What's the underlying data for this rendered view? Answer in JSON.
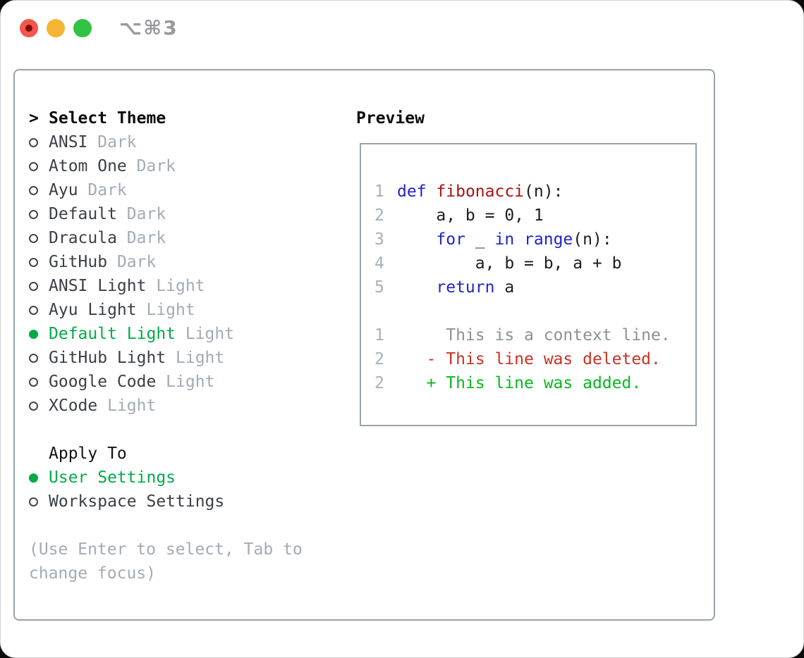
{
  "window": {
    "shortcut_label": "⌥⌘3"
  },
  "colors": {
    "ui_green": "#00ab47",
    "added_green": "#09b81f",
    "deleted_red": "#c93322",
    "context_gray": "#8d9298",
    "keyword_blue": "#2222cc",
    "function_red": "#a81414",
    "code_black": "#1d1d1f"
  },
  "theme_selector": {
    "heading_prefix": ">",
    "heading": "Select Theme",
    "themes": [
      {
        "name": "ANSI",
        "variant": "Dark",
        "selected": false
      },
      {
        "name": "Atom One",
        "variant": "Dark",
        "selected": false
      },
      {
        "name": "Ayu",
        "variant": "Dark",
        "selected": false
      },
      {
        "name": "Default",
        "variant": "Dark",
        "selected": false
      },
      {
        "name": "Dracula",
        "variant": "Dark",
        "selected": false
      },
      {
        "name": "GitHub",
        "variant": "Dark",
        "selected": false
      },
      {
        "name": "ANSI Light",
        "variant": "Light",
        "selected": false
      },
      {
        "name": "Ayu Light",
        "variant": "Light",
        "selected": false
      },
      {
        "name": "Default Light",
        "variant": "Light",
        "selected": true
      },
      {
        "name": "GitHub Light",
        "variant": "Light",
        "selected": false
      },
      {
        "name": "Google Code",
        "variant": "Light",
        "selected": false
      },
      {
        "name": "XCode",
        "variant": "Light",
        "selected": false
      }
    ]
  },
  "apply_to": {
    "heading": "Apply To",
    "options": [
      {
        "label": "User Settings",
        "selected": true
      },
      {
        "label": "Workspace Settings",
        "selected": false
      }
    ]
  },
  "hint": {
    "line1": "(Use Enter to select, Tab to",
    "line2": "change focus)"
  },
  "preview": {
    "heading": "Preview",
    "code_lines": [
      {
        "num": "1",
        "segments": [
          {
            "text": "def",
            "color": "keyword_blue"
          },
          {
            "text": " ",
            "color": "code_black"
          },
          {
            "text": "fibonacci",
            "color": "function_red"
          },
          {
            "text": "(n):",
            "color": "code_black"
          }
        ]
      },
      {
        "num": "2",
        "segments": [
          {
            "text": "    a, b = 0, 1",
            "color": "code_black"
          }
        ]
      },
      {
        "num": "3",
        "segments": [
          {
            "text": "    ",
            "color": "code_black"
          },
          {
            "text": "for",
            "color": "keyword_blue"
          },
          {
            "text": " _ ",
            "color": "code_black"
          },
          {
            "text": "in",
            "color": "keyword_blue"
          },
          {
            "text": " ",
            "color": "code_black"
          },
          {
            "text": "range",
            "color": "keyword_blue"
          },
          {
            "text": "(n):",
            "color": "code_black"
          }
        ]
      },
      {
        "num": "4",
        "segments": [
          {
            "text": "        a, b = b, a + b",
            "color": "code_black"
          }
        ]
      },
      {
        "num": "5",
        "segments": [
          {
            "text": "    ",
            "color": "code_black"
          },
          {
            "text": "return",
            "color": "keyword_blue"
          },
          {
            "text": " a",
            "color": "code_black"
          }
        ]
      },
      {
        "num": "",
        "segments": []
      },
      {
        "num": "1",
        "segments": [
          {
            "text": "     This is a context line.",
            "color": "context_gray"
          }
        ]
      },
      {
        "num": "2",
        "segments": [
          {
            "text": "   - This line was deleted.",
            "color": "deleted_red"
          }
        ]
      },
      {
        "num": "2",
        "segments": [
          {
            "text": "   + This line was added.",
            "color": "added_green"
          }
        ]
      }
    ]
  }
}
